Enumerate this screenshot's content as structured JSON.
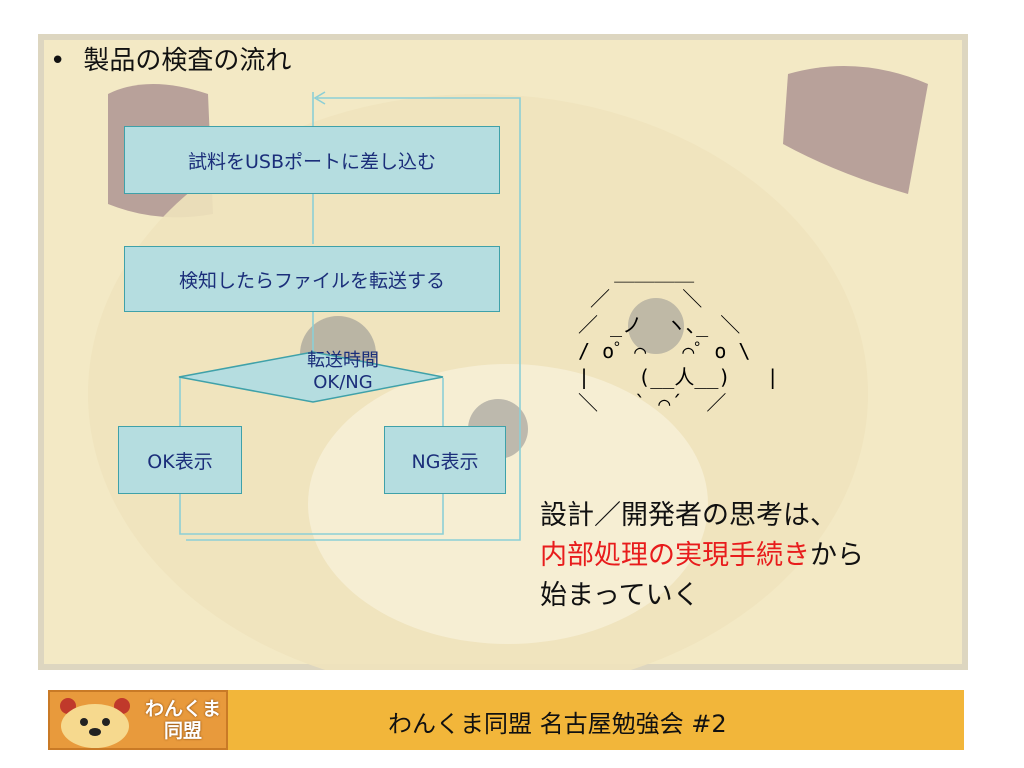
{
  "slide": {
    "bullet": "•",
    "title": "製品の検査の流れ"
  },
  "flowchart": {
    "step1": "試料をUSBポートに差し込む",
    "step2": "検知したらファイルを転送する",
    "decision_line1": "転送時間",
    "decision_line2": "OK/NG",
    "ok_box": "OK表示",
    "ng_box": "NG表示"
  },
  "ascii_art": "   ＿＿＿＿\n ／      ＼\n／ _ノ  ヽ､_ ＼\n/ o゜⌒   ⌒゜o \\\n|    (__人__)   |\n＼   ` ⌒´  ／",
  "message": {
    "line1": "設計／開発者の思考は、",
    "line2_red": "内部処理の実現手続き",
    "line2_rest": "から",
    "line3": "始まっていく"
  },
  "footer": {
    "logo_line1": "わんくま",
    "logo_line2": "同盟",
    "title": "わんくま同盟 名古屋勉強会 #2"
  },
  "colors": {
    "background": "#f3e9c5",
    "node_fill": "#b5dde0",
    "node_border": "#3fa1a9",
    "node_text": "#1b2e7a",
    "highlight": "#e81c1c",
    "footer": "#f2b63a"
  }
}
